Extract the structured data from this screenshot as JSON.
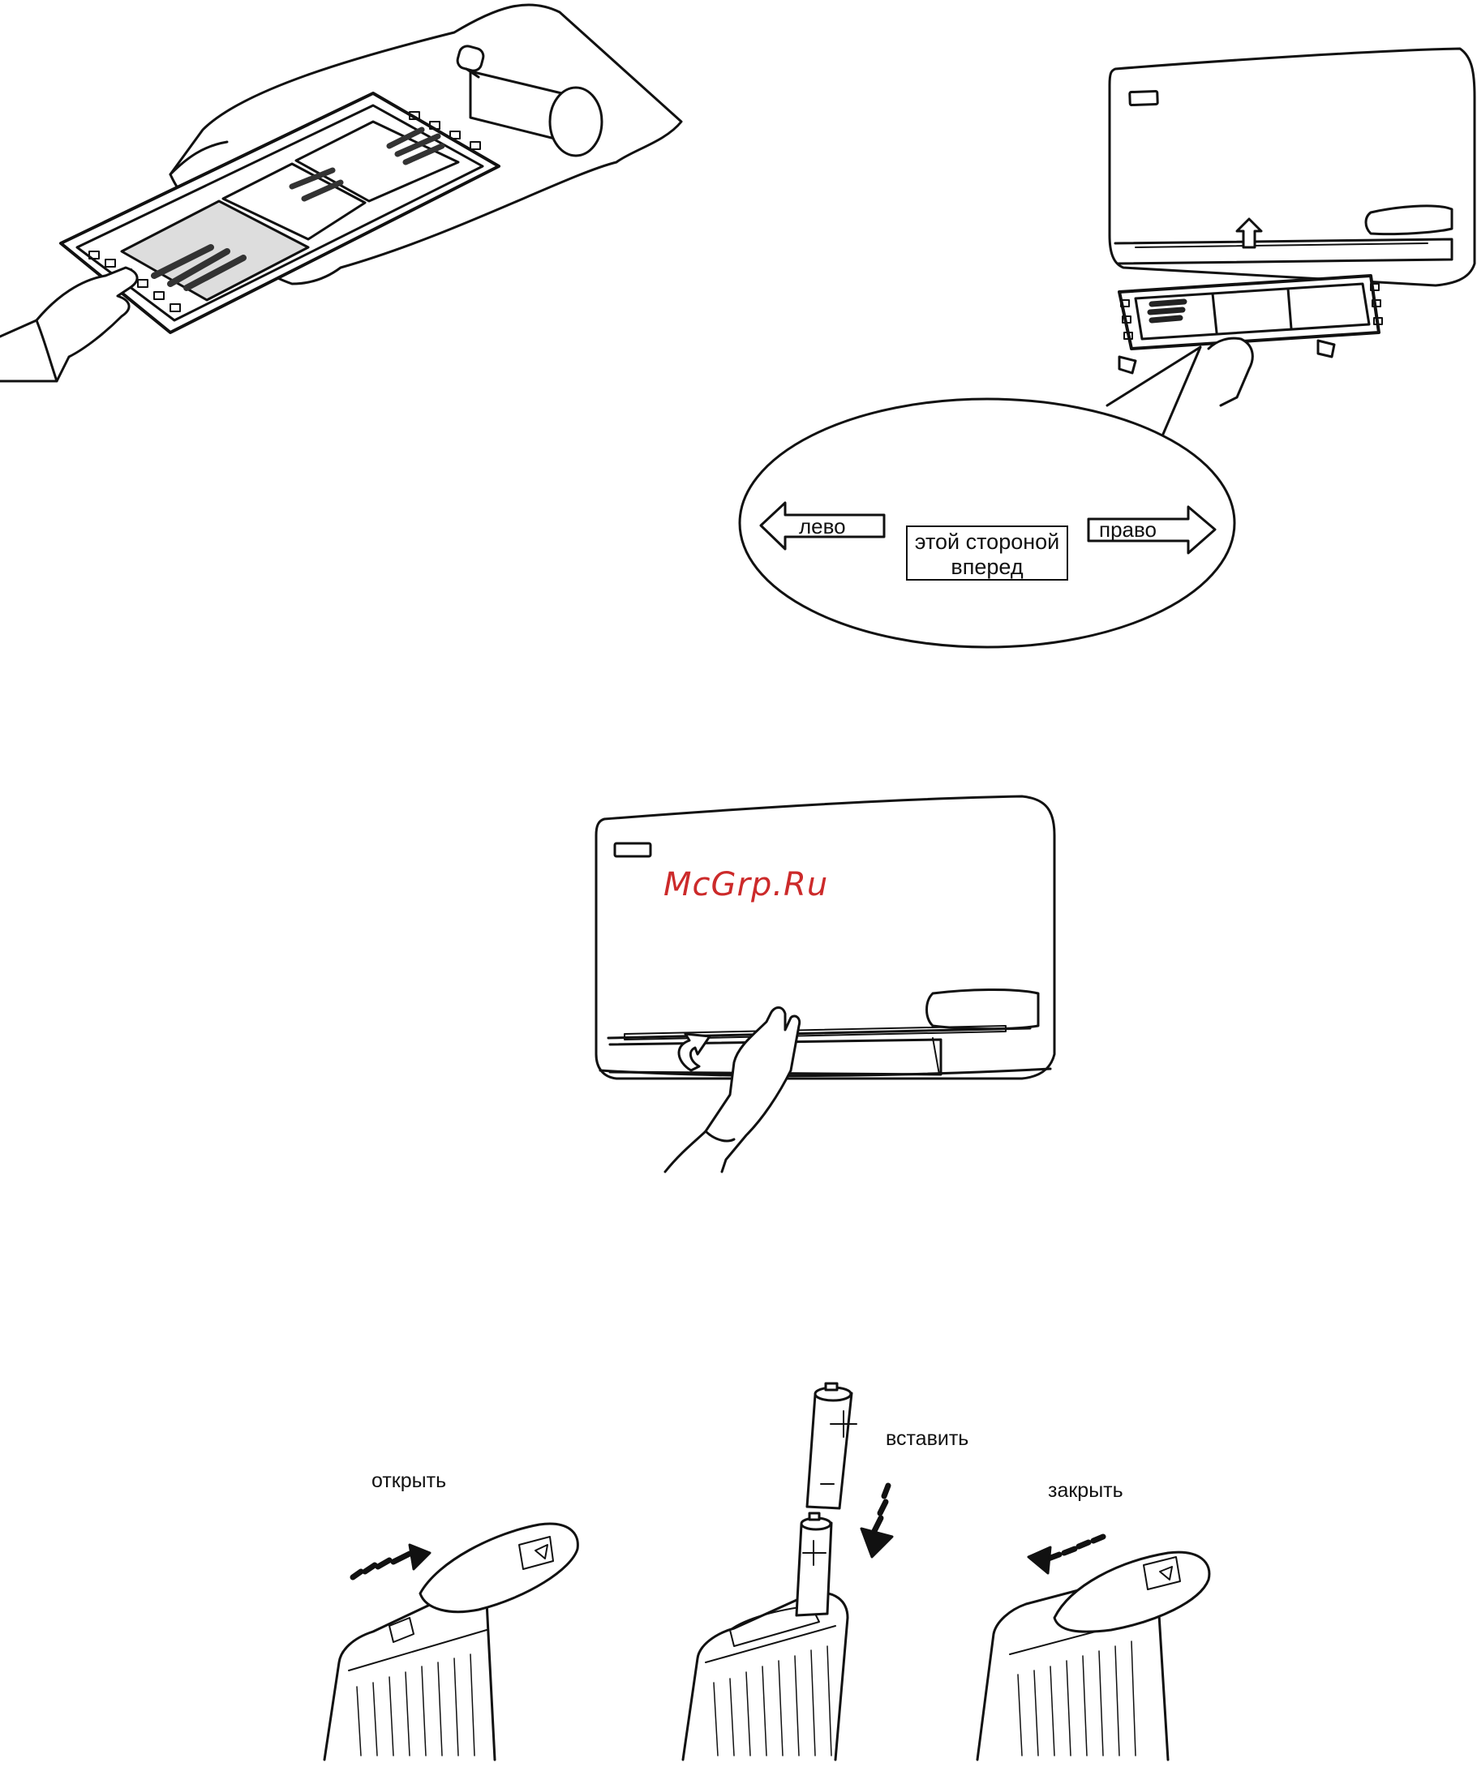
{
  "callout": {
    "left_label": "лево",
    "right_label": "право",
    "center_line1": "этой стороной",
    "center_line2": "вперед"
  },
  "watermark": "McGrp.Ru",
  "battery_steps": {
    "open_label": "открыть",
    "insert_label": "вставить",
    "close_label": "закрыть"
  },
  "icons": [
    "filter-frame-icon",
    "vacuum-nozzle-icon",
    "hand-icon",
    "indoor-unit-icon",
    "up-arrow-icon",
    "rotate-arrow-icon",
    "battery-icon",
    "remote-control-icon"
  ]
}
